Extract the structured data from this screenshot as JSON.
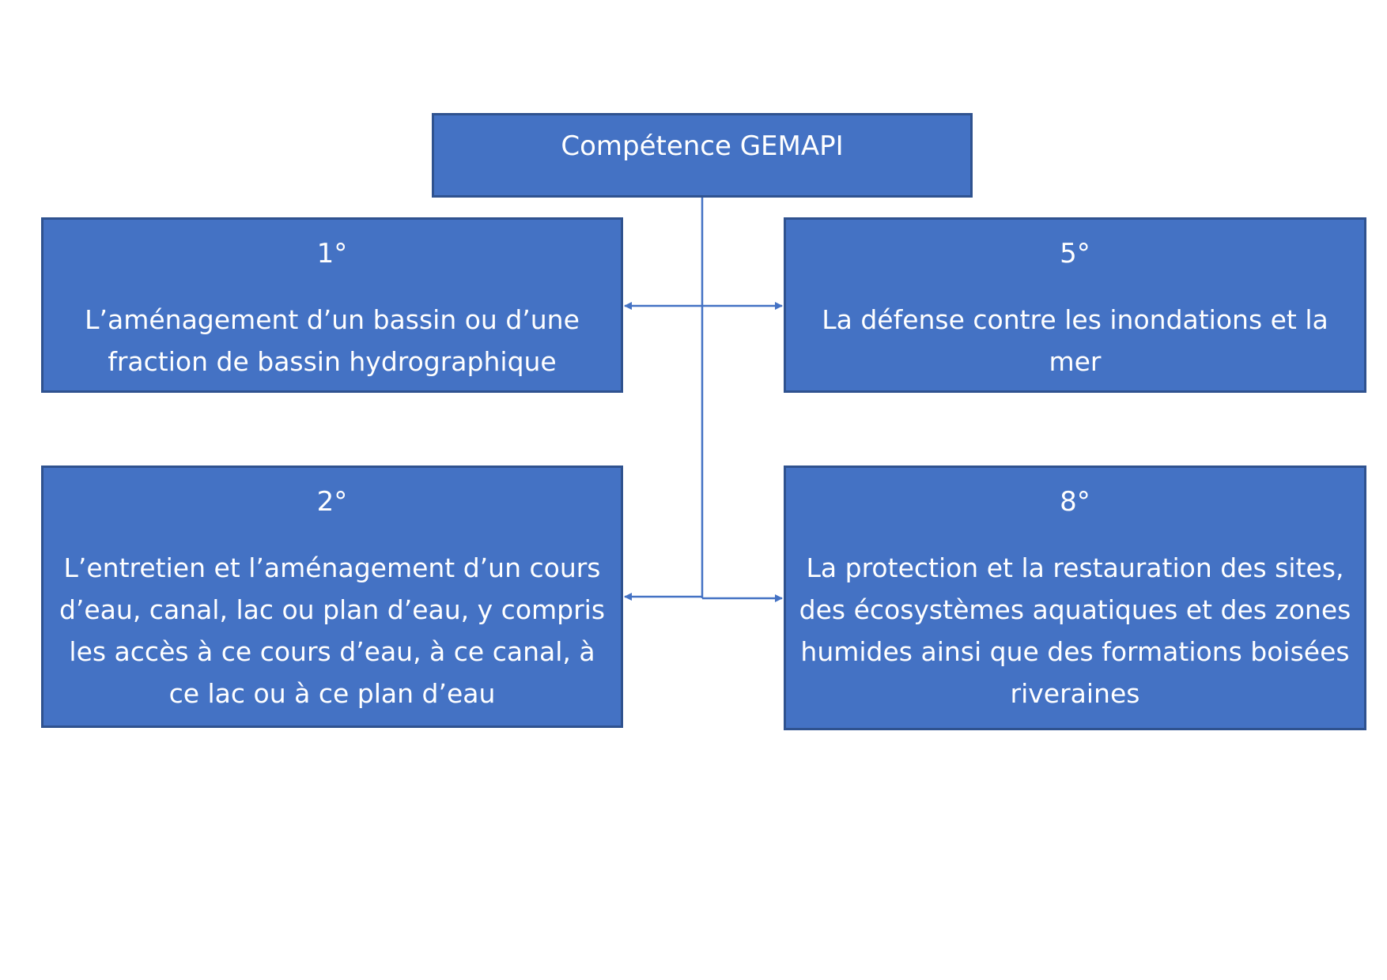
{
  "diagram": {
    "root": {
      "label": "Compétence GEMAPI"
    },
    "items": [
      {
        "number": "1°",
        "text": "L’aménagement d’un bassin ou d’une fraction de bassin hydrographique"
      },
      {
        "number": "5°",
        "text": "La défense contre les inondations et la mer"
      },
      {
        "number": "2°",
        "text": "L’entretien et l’aménagement d’un cours d’eau, canal, lac ou plan d’eau, y compris les accès à ce cours d’eau, à ce canal, à ce lac ou à ce plan d’eau"
      },
      {
        "number": "8°",
        "text": "La protection et la restauration des sites, des écosystèmes aquatiques et des zones humides ainsi que des formations boisées riveraines"
      }
    ],
    "colors": {
      "box_fill": "#4472c4",
      "box_border": "#2f528f",
      "text": "#ffffff",
      "connector": "#4472c4",
      "background": "#ffffff"
    }
  }
}
